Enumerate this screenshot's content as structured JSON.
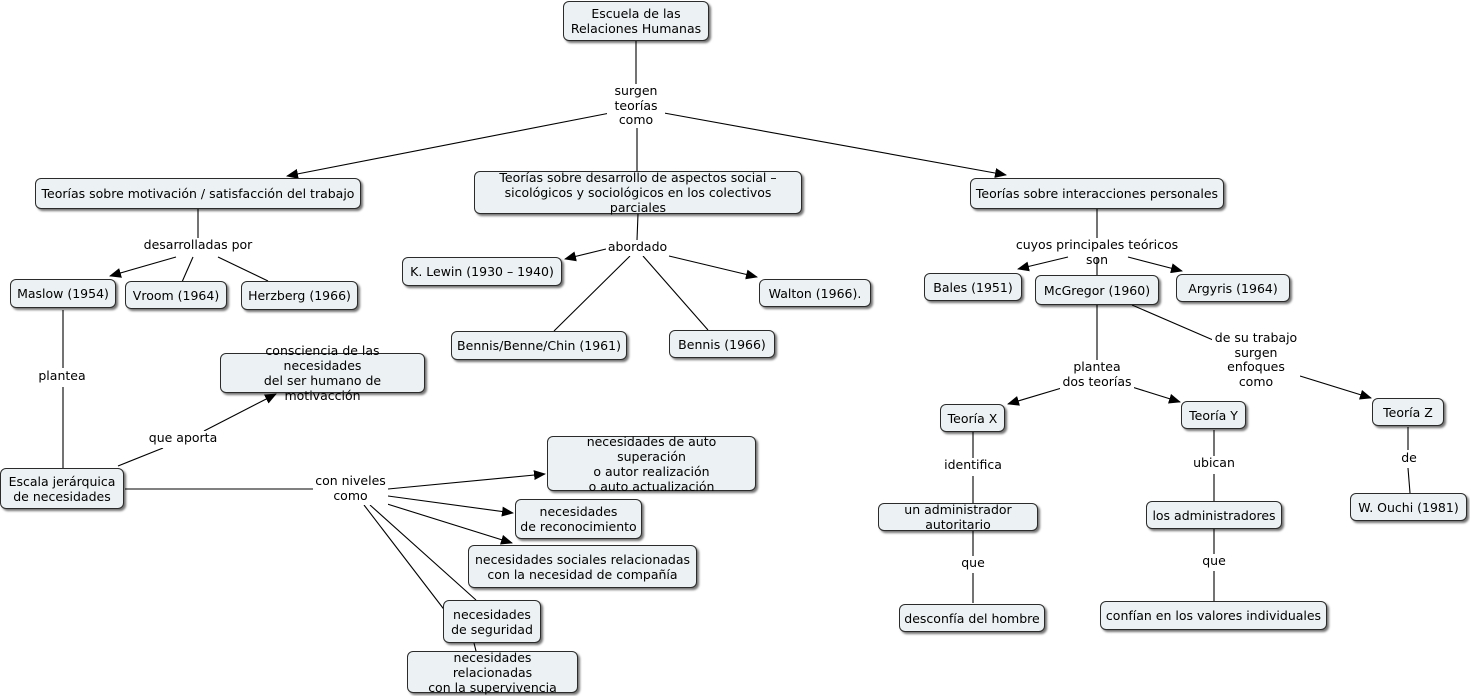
{
  "concepts": {
    "escuela": "Escuela de las\nRelaciones Humanas",
    "motivacion": "Teorías sobre motivación / satisfacción del trabajo",
    "desarrollo": "Teorías sobre desarrollo de aspectos social –\nsicológicos y sociológicos en los colectivos parciales",
    "interacciones": "Teorías sobre interacciones personales",
    "maslow": "Maslow (1954)",
    "vroom": "Vroom (1964)",
    "herzberg": "Herzberg (1966)",
    "lewin": "K. Lewin (1930 – 1940)",
    "walton": "Walton (1966).",
    "bennis_benne": "Bennis/Benne/Chin (1961)",
    "bennis": "Bennis (1966)",
    "bales": "Bales (1951)",
    "mcgregor": "McGregor (1960)",
    "argyris": "Argyris (1964)",
    "consciencia": "consciencia de las necesidades\ndel ser humano de motivacción",
    "escala": "Escala jerárquica\nde necesidades",
    "auto_superacion": "necesidades de auto superación\no autor realización\no auto actualización",
    "reconocimiento": "necesidades\nde reconocimiento",
    "sociales": "necesidades sociales relacionadas\ncon la necesidad de compañía",
    "seguridad": "necesidades\nde seguridad",
    "supervivencia": "necesidades relacionadas\ncon la supervivencia",
    "teoria_x": "Teoría X",
    "teoria_y": "Teoría Y",
    "teoria_z": "Teoría Z",
    "admin_autoritario": "un administrador autoritario",
    "administradores": "los administradores",
    "ouchi": "W. Ouchi (1981)",
    "desconfia": "desconfía del hombre",
    "confian": "confían en los valores individuales"
  },
  "linking_phrases": {
    "surgen": "surgen\nteorías\ncomo",
    "desarrolladas": "desarrolladas por",
    "abordado": "abordado",
    "cuyos": "cuyos principales teóricos son",
    "plantea_maslow": "plantea",
    "que_aporta": "que aporta",
    "con_niveles": "con niveles\ncomo",
    "plantea_dos": "plantea\ndos teorías",
    "de_su_trabajo": "de su trabajo\nsurgen\nenfoques\ncomo",
    "identifica": "identifica",
    "ubican": "ubican",
    "de": "de",
    "que_x": "que",
    "que_y": "que"
  },
  "colors": {
    "node_fill": "#ecf1f3",
    "node_border": "#2b2b2b",
    "line": "#000000"
  }
}
